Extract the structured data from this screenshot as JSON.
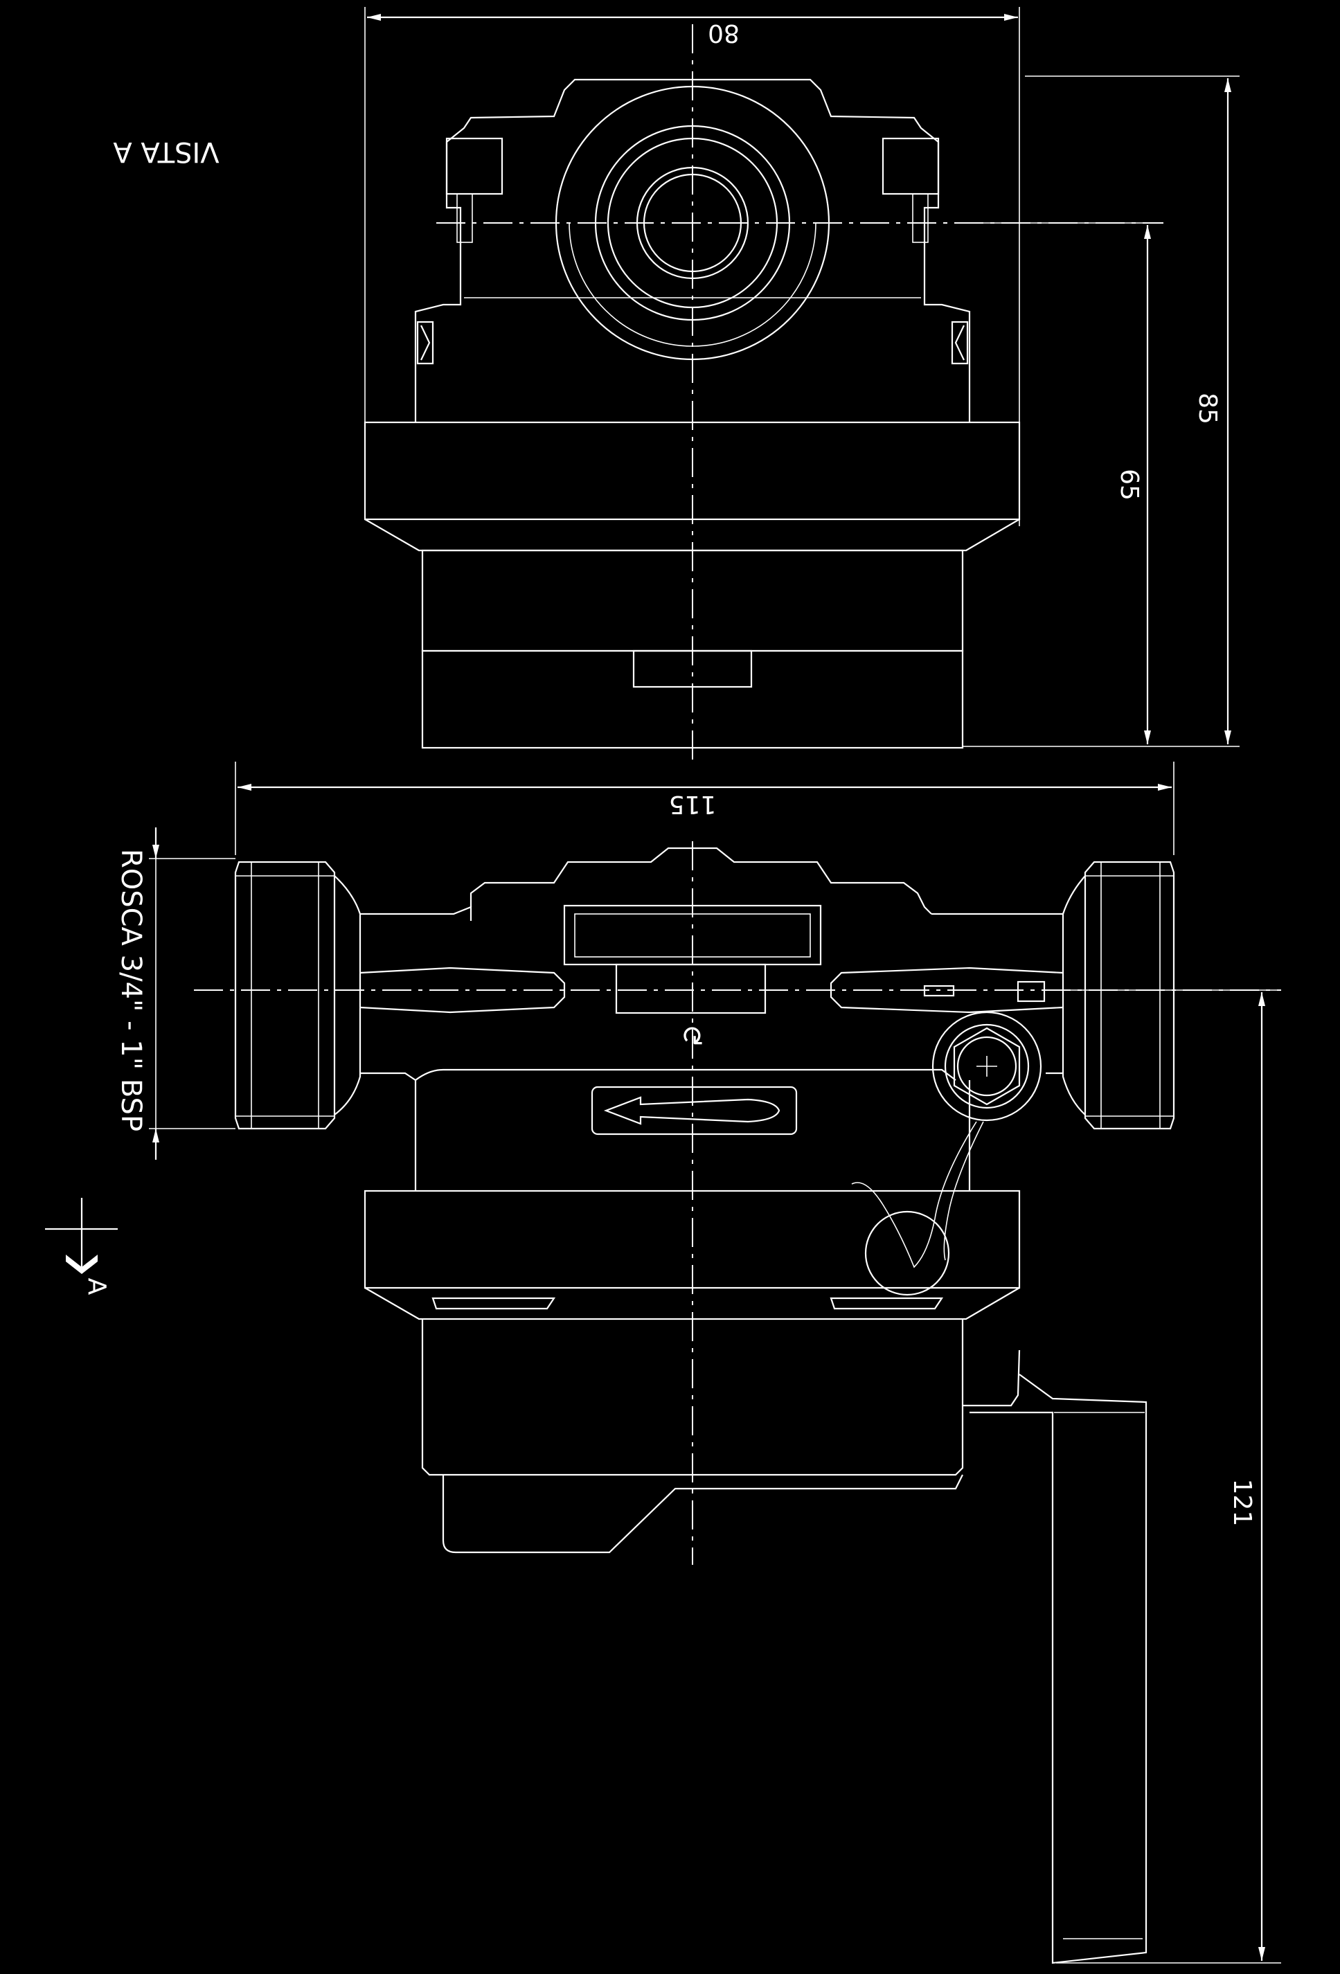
{
  "drawing": {
    "view_label": "VISTA A",
    "view_marker": "A",
    "thread_note": "ROSCA 3/4\" - 1\" BSP",
    "rotation_symbol": "↻",
    "dimensions": {
      "width_top": "80",
      "height_total_top": "85",
      "height_axis_top": "65",
      "length_bottom": "115",
      "height_bottom": "121"
    }
  }
}
